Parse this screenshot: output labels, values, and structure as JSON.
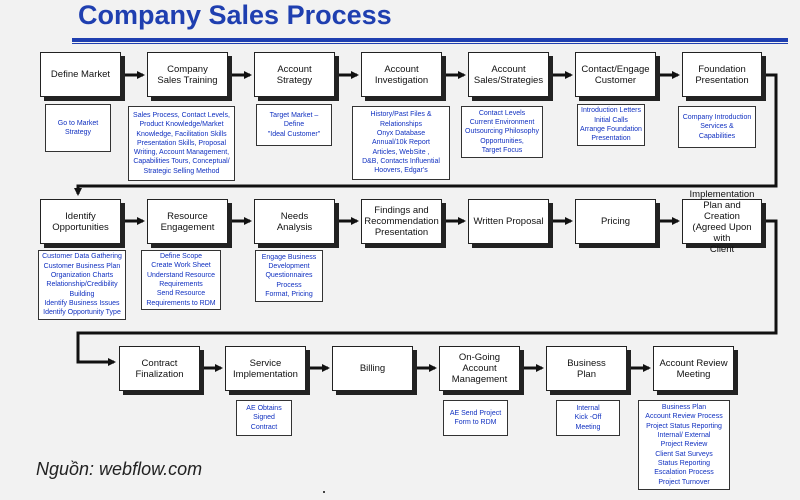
{
  "title": "Company Sales Process",
  "source": "Nguồn: webflow.com",
  "row1": [
    {
      "label": "Define Market"
    },
    {
      "label": "Company\nSales Training"
    },
    {
      "label": "Account\nStrategy"
    },
    {
      "label": "Account\nInvestigation"
    },
    {
      "label": "Account\nSales/Strategies"
    },
    {
      "label": "Contact/Engage\nCustomer"
    },
    {
      "label": "Foundation\nPresentation"
    }
  ],
  "row2": [
    {
      "label": "Identify\nOpportunities"
    },
    {
      "label": "Resource\nEngagement"
    },
    {
      "label": "Needs\nAnalysis"
    },
    {
      "label": "Findings and\nRecommendation\nPresentation"
    },
    {
      "label": "Written Proposal"
    },
    {
      "label": "Pricing"
    },
    {
      "label": "Implementation\nPlan and Creation\n(Agreed Upon with\nClient"
    }
  ],
  "row3": [
    {
      "label": "Contract\nFinalization"
    },
    {
      "label": "Service\nImplementation"
    },
    {
      "label": "Billing"
    },
    {
      "label": "On-Going Account\nManagement"
    },
    {
      "label": "Business\nPlan"
    },
    {
      "label": "Account Review\nMeeting"
    }
  ],
  "notes1": [
    [
      "Go to Market",
      "Strategy"
    ],
    [
      "Sales Process, Contact Levels,",
      "Product Knowledge/Market",
      "Knowledge, Facilitation Skills",
      "Presentation Skills, Proposal",
      "Writing, Account Management,",
      "Capabilities Tours, Conceptual/",
      "Strategic Selling Method"
    ],
    [
      "Target Market  –",
      "Define",
      "\"Ideal Customer\""
    ],
    [
      "History/Past Files &",
      "Relationships",
      "Onyx Database",
      "Annual/10k Report",
      "Articles,  WebSite  ,",
      "D&B, Contacts Influential",
      "Hoovers, Edgar's"
    ],
    [
      "Contact Levels",
      "Current Environment",
      "Outsourcing Philosophy",
      "Opportunities,",
      "Target Focus"
    ],
    [
      "Introduction Letters",
      "Initial Calls",
      "Arrange Foundation",
      "Presentation"
    ],
    [
      "Company Introduction",
      "Services &",
      "Capabilities"
    ]
  ],
  "notes2": [
    [
      "Customer Data Gathering",
      "Customer Business Plan",
      "Organization Charts",
      "Relationship/Credibility",
      "Building",
      "Identify Business Issues",
      "Identify Opportunity Type"
    ],
    [
      "Define Scope",
      "Create Work Sheet",
      "Understand Resource",
      "Requirements",
      "Send Resource",
      "Requirements to RDM"
    ],
    [
      "Engage Business",
      "Development",
      "Questionnaires",
      "Process",
      "Format, Pricing"
    ]
  ],
  "notes3": [
    [
      "AE Obtains",
      "Signed",
      "Contract"
    ],
    [
      "AE Send Project",
      "Form to RDM"
    ],
    [
      "Internal",
      "Kick -Off",
      "Meeting"
    ],
    [
      "Business Plan",
      "Account Review Process",
      "Project Status Reporting",
      "Internal/ External",
      "Project Review",
      "Client Sat Surveys",
      "Status Reporting",
      "Escalation Process",
      "Project Turnover"
    ]
  ]
}
